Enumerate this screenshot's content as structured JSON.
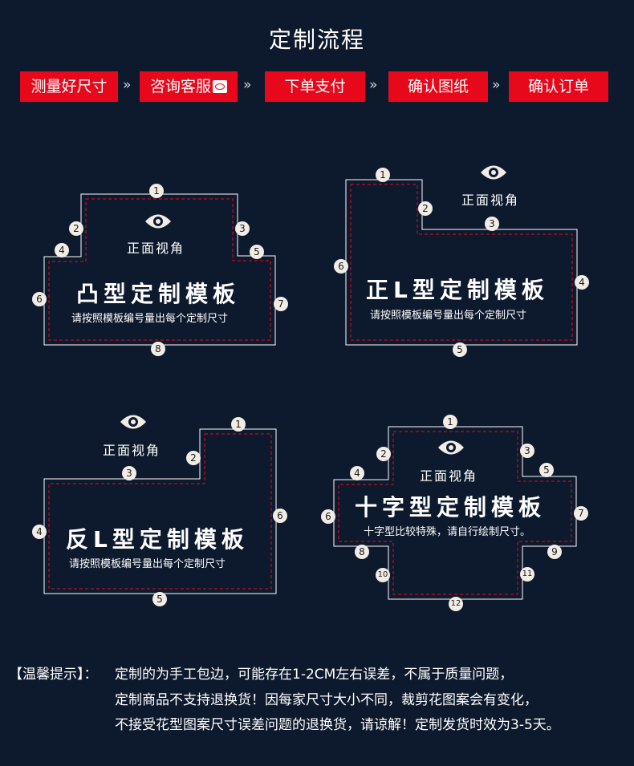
{
  "title": "定制流程",
  "steps": [
    "测量好尺寸",
    "咨询客服",
    "下单支付",
    "确认图纸",
    "确认订单"
  ],
  "arrow": "»",
  "view_label": "正面视角",
  "templates": {
    "tu": {
      "name": "凸型定制模板",
      "desc": "请按照模板编号量出每个定制尺寸"
    },
    "zl": {
      "name": "正L型定制模板",
      "desc": "请按照模板编号量出每个定制尺寸"
    },
    "fl": {
      "name": "反L型定制模板",
      "desc": "请按照模板编号量出每个定制尺寸"
    },
    "sz": {
      "name": "十字型定制模板",
      "desc": "十字型比较特殊，请自行绘制尺寸。"
    }
  },
  "numbers": [
    "1",
    "2",
    "3",
    "4",
    "5",
    "6",
    "7",
    "8",
    "9",
    "10",
    "11",
    "12"
  ],
  "tips": {
    "label": "【温馨提示】：",
    "line1": "定制的为手工包边，可能存在1-2CM左右误差，不属于质量问题，",
    "line2": "定制商品不支持退换货！因每家尺寸大小不同，裁剪花图案会有变化，",
    "line3": "不接受花型图案尺寸误差问题的退换货，请谅解！定制发货时效为3-5天。"
  },
  "colors": {
    "background": "#0d1a2e",
    "accent": "#e8081b",
    "badge": "#f2ece6"
  }
}
